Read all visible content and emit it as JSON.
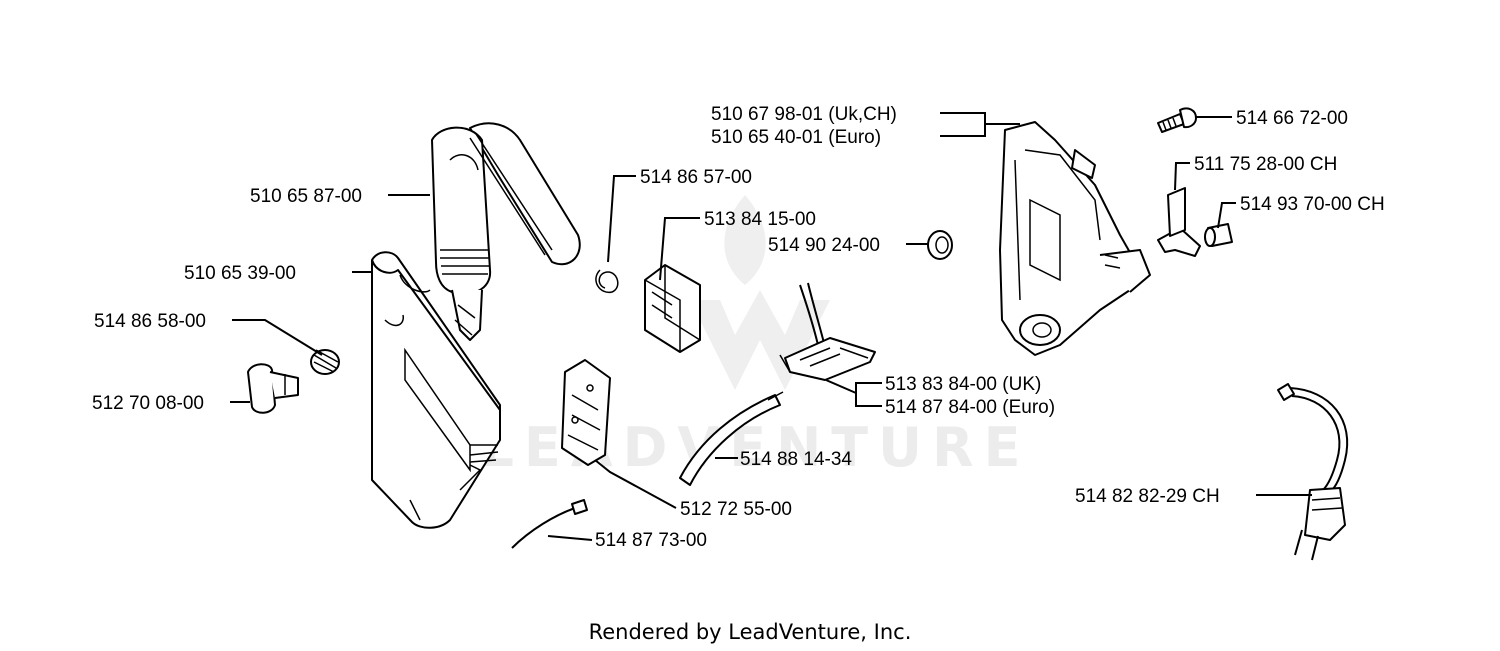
{
  "watermark": "LEADVENTURE",
  "footer": "Rendered by LeadVenture, Inc.",
  "labels": [
    "510 65 87-00",
    "510 65 39-00",
    "514 86 58-00",
    "512 70 08-00",
    "514 86 57-00",
    "513 84 15-00",
    "514 90 24-00",
    "510 67 98-01 (Uk,CH)",
    "510 65 40-01 (Euro)",
    "514 66 72-00",
    "511 75 28-00 CH",
    "514 93 70-00 CH",
    "513 83 84-00 (UK)",
    "514 87 84-00 (Euro)",
    "514 88 14-34",
    "512 72 55-00",
    "514 87 73-00",
    "514 82 82-29 CH"
  ]
}
